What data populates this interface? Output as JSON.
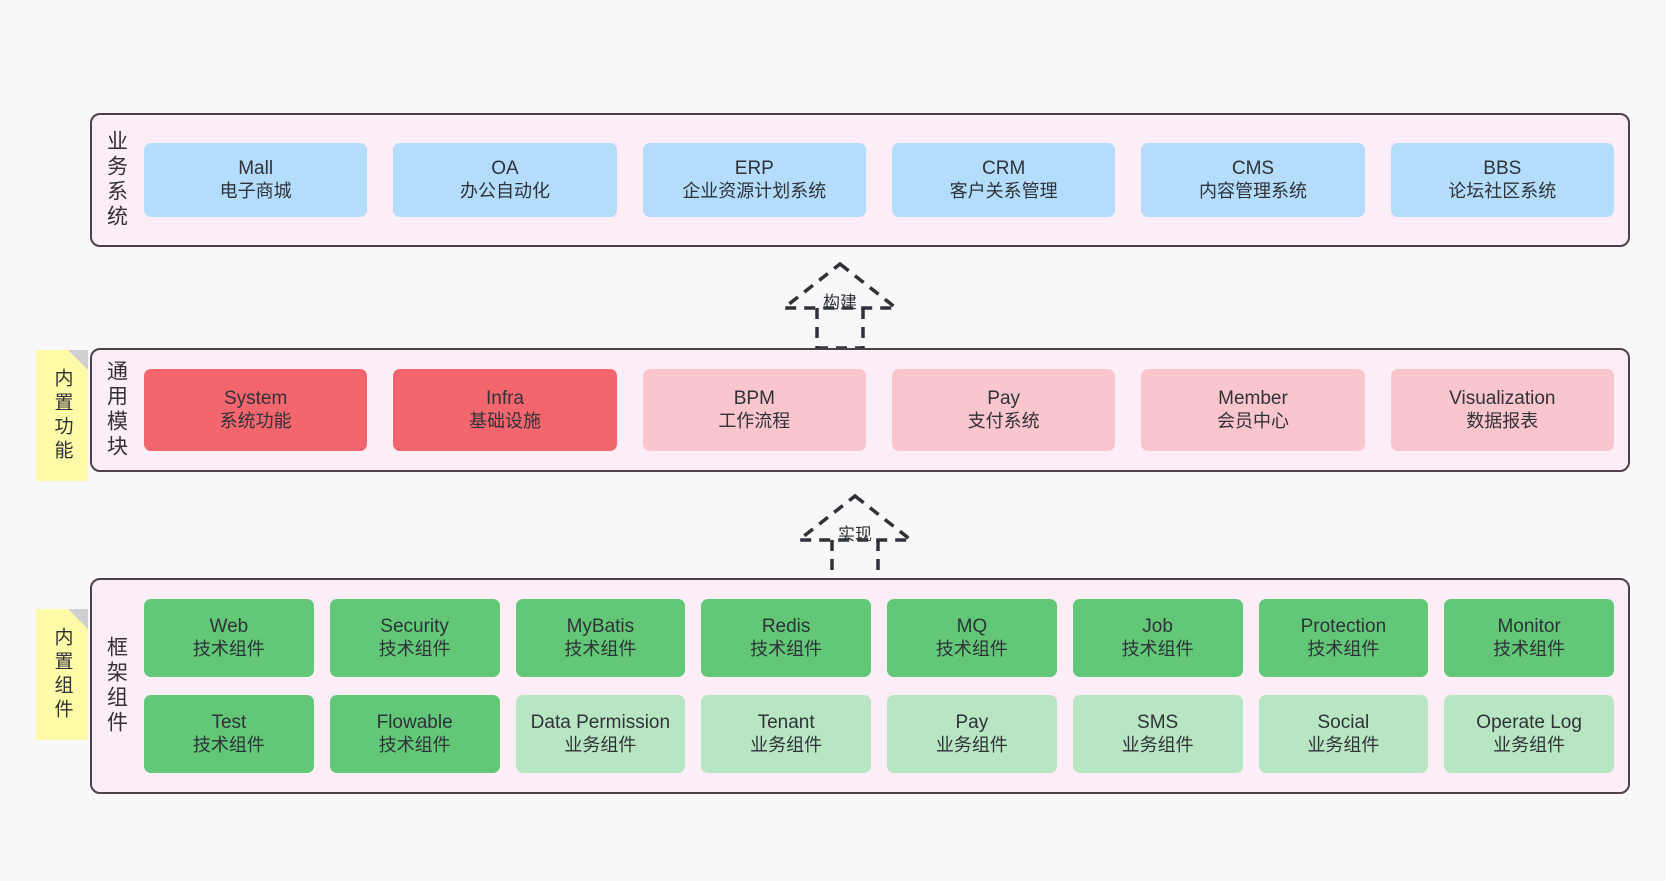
{
  "diagram": {
    "background": "#f8f8f8",
    "panel_bg": "#fbeef6",
    "panel_border": "#4d4048"
  },
  "layers": [
    {
      "id": "business-systems",
      "title": "业务系统",
      "rows": [
        {
          "cards": [
            {
              "en": "Mall",
              "cn": "电子商城",
              "color": "#b3ddfb",
              "variant": "c-blue"
            },
            {
              "en": "OA",
              "cn": "办公自动化",
              "color": "#b3ddfb",
              "variant": "c-blue"
            },
            {
              "en": "ERP",
              "cn": "企业资源计划系统",
              "color": "#b3ddfb",
              "variant": "c-blue"
            },
            {
              "en": "CRM",
              "cn": "客户关系管理",
              "color": "#b3ddfb",
              "variant": "c-blue"
            },
            {
              "en": "CMS",
              "cn": "内容管理系统",
              "color": "#b3ddfb",
              "variant": "c-blue"
            },
            {
              "en": "BBS",
              "cn": "论坛社区系统",
              "color": "#b3ddfb",
              "variant": "c-blue"
            }
          ]
        }
      ]
    },
    {
      "id": "common-modules",
      "title": "通用模块",
      "sticky": "内置功能",
      "rows": [
        {
          "cards": [
            {
              "en": "System",
              "cn": "系统功能",
              "color": "#f4666e",
              "variant": "c-red"
            },
            {
              "en": "Infra",
              "cn": "基础设施",
              "color": "#f4666e",
              "variant": "c-red"
            },
            {
              "en": "BPM",
              "cn": "工作流程",
              "color": "#fac6cd",
              "variant": "c-pink"
            },
            {
              "en": "Pay",
              "cn": "支付系统",
              "color": "#fac6cd",
              "variant": "c-pink"
            },
            {
              "en": "Member",
              "cn": "会员中心",
              "color": "#fac6cd",
              "variant": "c-pink"
            },
            {
              "en": "Visualization",
              "cn": "数据报表",
              "color": "#fac6cd",
              "variant": "c-pink"
            }
          ]
        }
      ]
    },
    {
      "id": "framework-components",
      "title": "框架组件",
      "sticky": "内置组件",
      "rows": [
        {
          "cards": [
            {
              "en": "Web",
              "cn": "技术组件",
              "color": "#62c878",
              "variant": "c-green"
            },
            {
              "en": "Security",
              "cn": "技术组件",
              "color": "#62c878",
              "variant": "c-green"
            },
            {
              "en": "MyBatis",
              "cn": "技术组件",
              "color": "#62c878",
              "variant": "c-green"
            },
            {
              "en": "Redis",
              "cn": "技术组件",
              "color": "#62c878",
              "variant": "c-green"
            },
            {
              "en": "MQ",
              "cn": "技术组件",
              "color": "#62c878",
              "variant": "c-green"
            },
            {
              "en": "Job",
              "cn": "技术组件",
              "color": "#62c878",
              "variant": "c-green"
            },
            {
              "en": "Protection",
              "cn": "技术组件",
              "color": "#62c878",
              "variant": "c-green"
            },
            {
              "en": "Monitor",
              "cn": "技术组件",
              "color": "#62c878",
              "variant": "c-green"
            }
          ]
        },
        {
          "cards": [
            {
              "en": "Test",
              "cn": "技术组件",
              "color": "#62c878",
              "variant": "c-green"
            },
            {
              "en": "Flowable",
              "cn": "技术组件",
              "color": "#62c878",
              "variant": "c-green"
            },
            {
              "en": "Data Permission",
              "cn": "业务组件",
              "color": "#b9e6c2",
              "variant": "c-lightgreen"
            },
            {
              "en": "Tenant",
              "cn": "业务组件",
              "color": "#b9e6c2",
              "variant": "c-lightgreen"
            },
            {
              "en": "Pay",
              "cn": "业务组件",
              "color": "#b9e6c2",
              "variant": "c-lightgreen"
            },
            {
              "en": "SMS",
              "cn": "业务组件",
              "color": "#b9e6c2",
              "variant": "c-lightgreen"
            },
            {
              "en": "Social",
              "cn": "业务组件",
              "color": "#b9e6c2",
              "variant": "c-lightgreen"
            },
            {
              "en": "Operate Log",
              "cn": "业务组件",
              "color": "#b9e6c2",
              "variant": "c-lightgreen"
            }
          ]
        }
      ]
    }
  ],
  "connectors": [
    {
      "id": "build",
      "label": "构建",
      "style": "dashed-generalization"
    },
    {
      "id": "implement",
      "label": "实现",
      "style": "dashed-generalization"
    }
  ]
}
